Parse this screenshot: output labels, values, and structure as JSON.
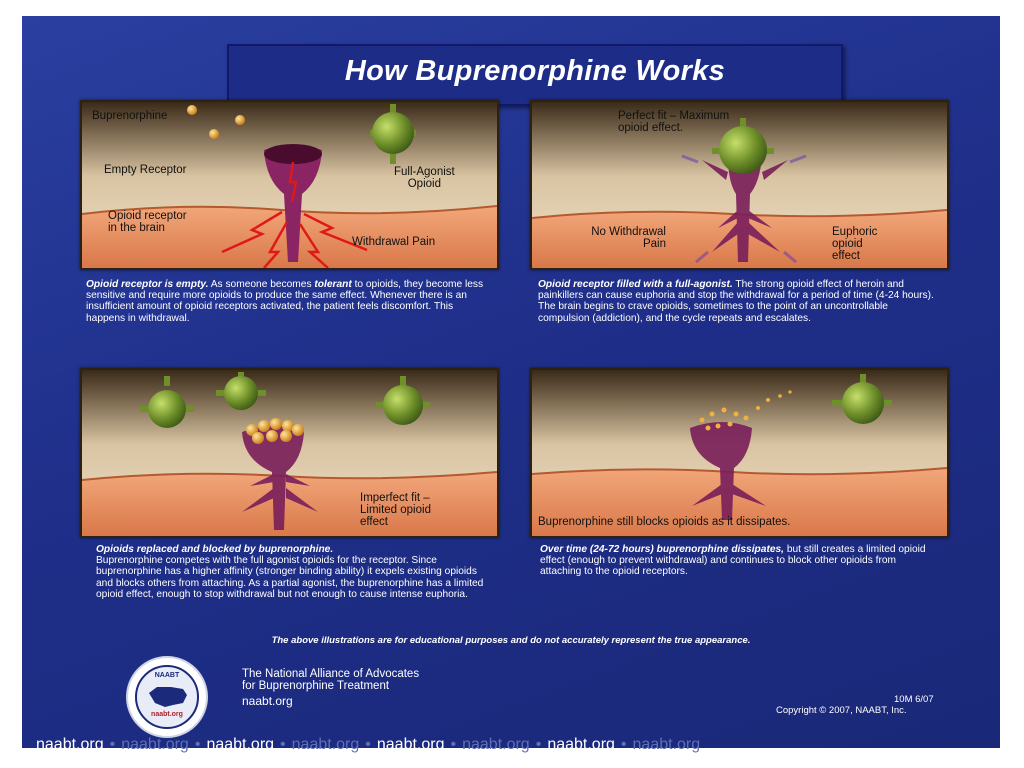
{
  "title": "How Buprenorphine Works",
  "panels": [
    {
      "labels": {
        "buprenorphine": "Buprenorphine",
        "empty_receptor": "Empty Receptor",
        "full_agonist": "Full-Agonist\nOpioid",
        "receptor_brain": "Opioid receptor\nin the brain",
        "withdrawal": "Withdrawal Pain"
      },
      "lead": "Opioid receptor is empty.",
      "text_parts": [
        " As someone becomes ",
        "tolerant",
        " to opioids, they become less sensitive and require more opioids to produce the same effect. Whenever there is an insufficient amount of opioid receptors activated, the patient feels discomfort. This happens in withdrawal."
      ]
    },
    {
      "labels": {
        "perfect_fit": "Perfect fit – Maximum\nopioid effect.",
        "no_withdrawal": "No Withdrawal\nPain",
        "euphoric": "Euphoric\nopioid\neffect"
      },
      "lead": "Opioid receptor filled with a full-agonist.",
      "text": " The strong opioid effect of heroin and painkillers can cause euphoria and stop the withdrawal for a period of time (4-24 hours). The brain begins to crave opioids, sometimes to the point of an uncontrollable compulsion (addiction), and the cycle repeats and escalates."
    },
    {
      "labels": {
        "imperfect_fit": "Imperfect fit –\nLimited opioid\neffect"
      },
      "lead": "Opioids replaced and blocked by buprenorphine.",
      "text": "Buprenorphine competes with the full agonist opioids for the receptor. Since buprenorphine has a higher affinity (stronger binding ability) it expels existing opioids and blocks others from attaching. As a partial agonist, the buprenorphine has a limited opioid effect, enough to stop withdrawal but not enough to cause intense euphoria."
    },
    {
      "labels": {
        "still_blocks": "Buprenorphine still blocks opioids as it dissipates."
      },
      "lead": "Over time (24-72 hours) buprenorphine dissipates,",
      "text": " but still creates a limited opioid effect (enough to prevent withdrawal) and continues to block other opioids from attaching to the opioid receptors."
    }
  ],
  "disclaimer": "The above illustrations are for educational purposes and do not accurately represent the true appearance.",
  "seal": {
    "name": "NAABT",
    "url": "naabt.org"
  },
  "org": {
    "name": "The National Alliance of Advocates\nfor Buprenorphine Treatment",
    "url": "naabt.org"
  },
  "version": "10M 6/07",
  "copyright": "Copyright © 2007, NAABT, Inc.",
  "footer_links": [
    "naabt.org",
    "naabt.org",
    "naabt.org",
    "naabt.org",
    "naabt.org",
    "naabt.org",
    "naabt.org",
    "naabt.org"
  ],
  "colors": {
    "background": "#1f2f8a",
    "receptor": "#7a1e5a",
    "opioid": "#6f8f2a",
    "buprenorphine": "#e0a030",
    "tissue": "#e08a5a",
    "pain": "#d81818"
  }
}
